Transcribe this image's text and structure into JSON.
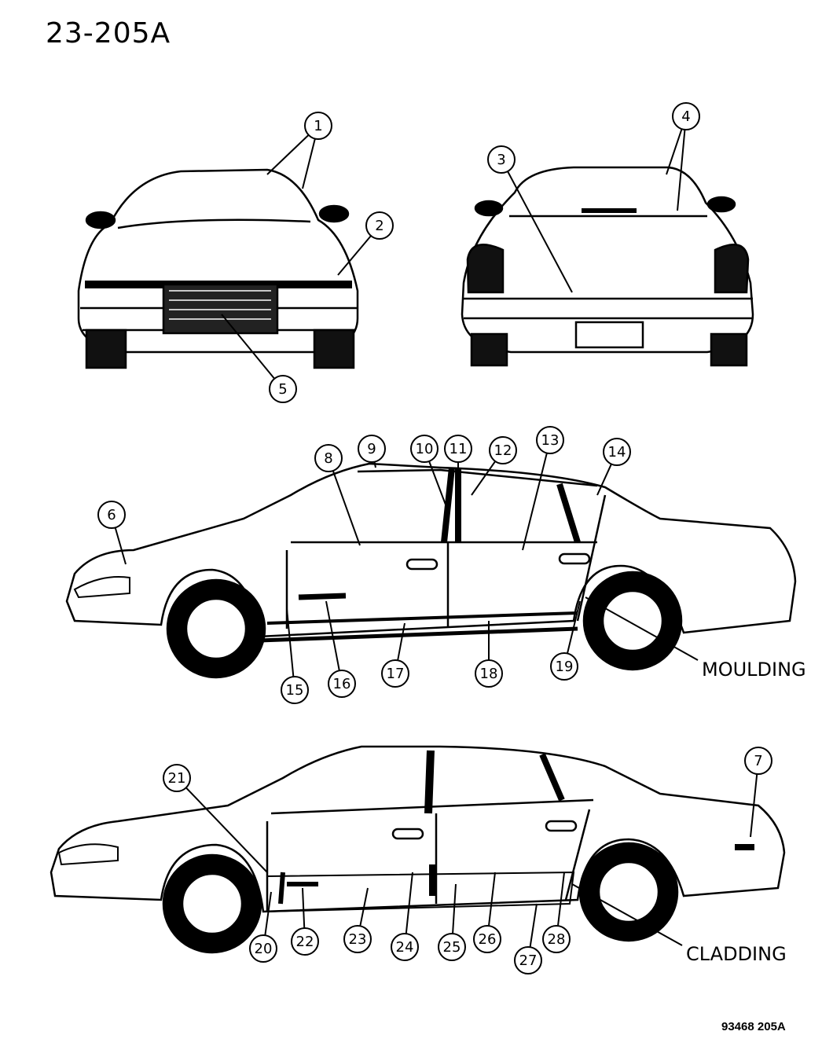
{
  "header": {
    "title": "23-205A"
  },
  "footer": {
    "code": "93468 205A"
  },
  "callouts": [
    "1",
    "2",
    "3",
    "4",
    "5",
    "6",
    "7",
    "8",
    "9",
    "10",
    "11",
    "12",
    "13",
    "14",
    "15",
    "16",
    "17",
    "18",
    "19",
    "20",
    "21",
    "22",
    "23",
    "24",
    "25",
    "26",
    "27",
    "28"
  ],
  "labels": {
    "moulding": "MOULDING",
    "cladding": "CLADDING"
  },
  "views": [
    "front-view",
    "rear-view",
    "side-view-moulding",
    "side-view-cladding"
  ]
}
